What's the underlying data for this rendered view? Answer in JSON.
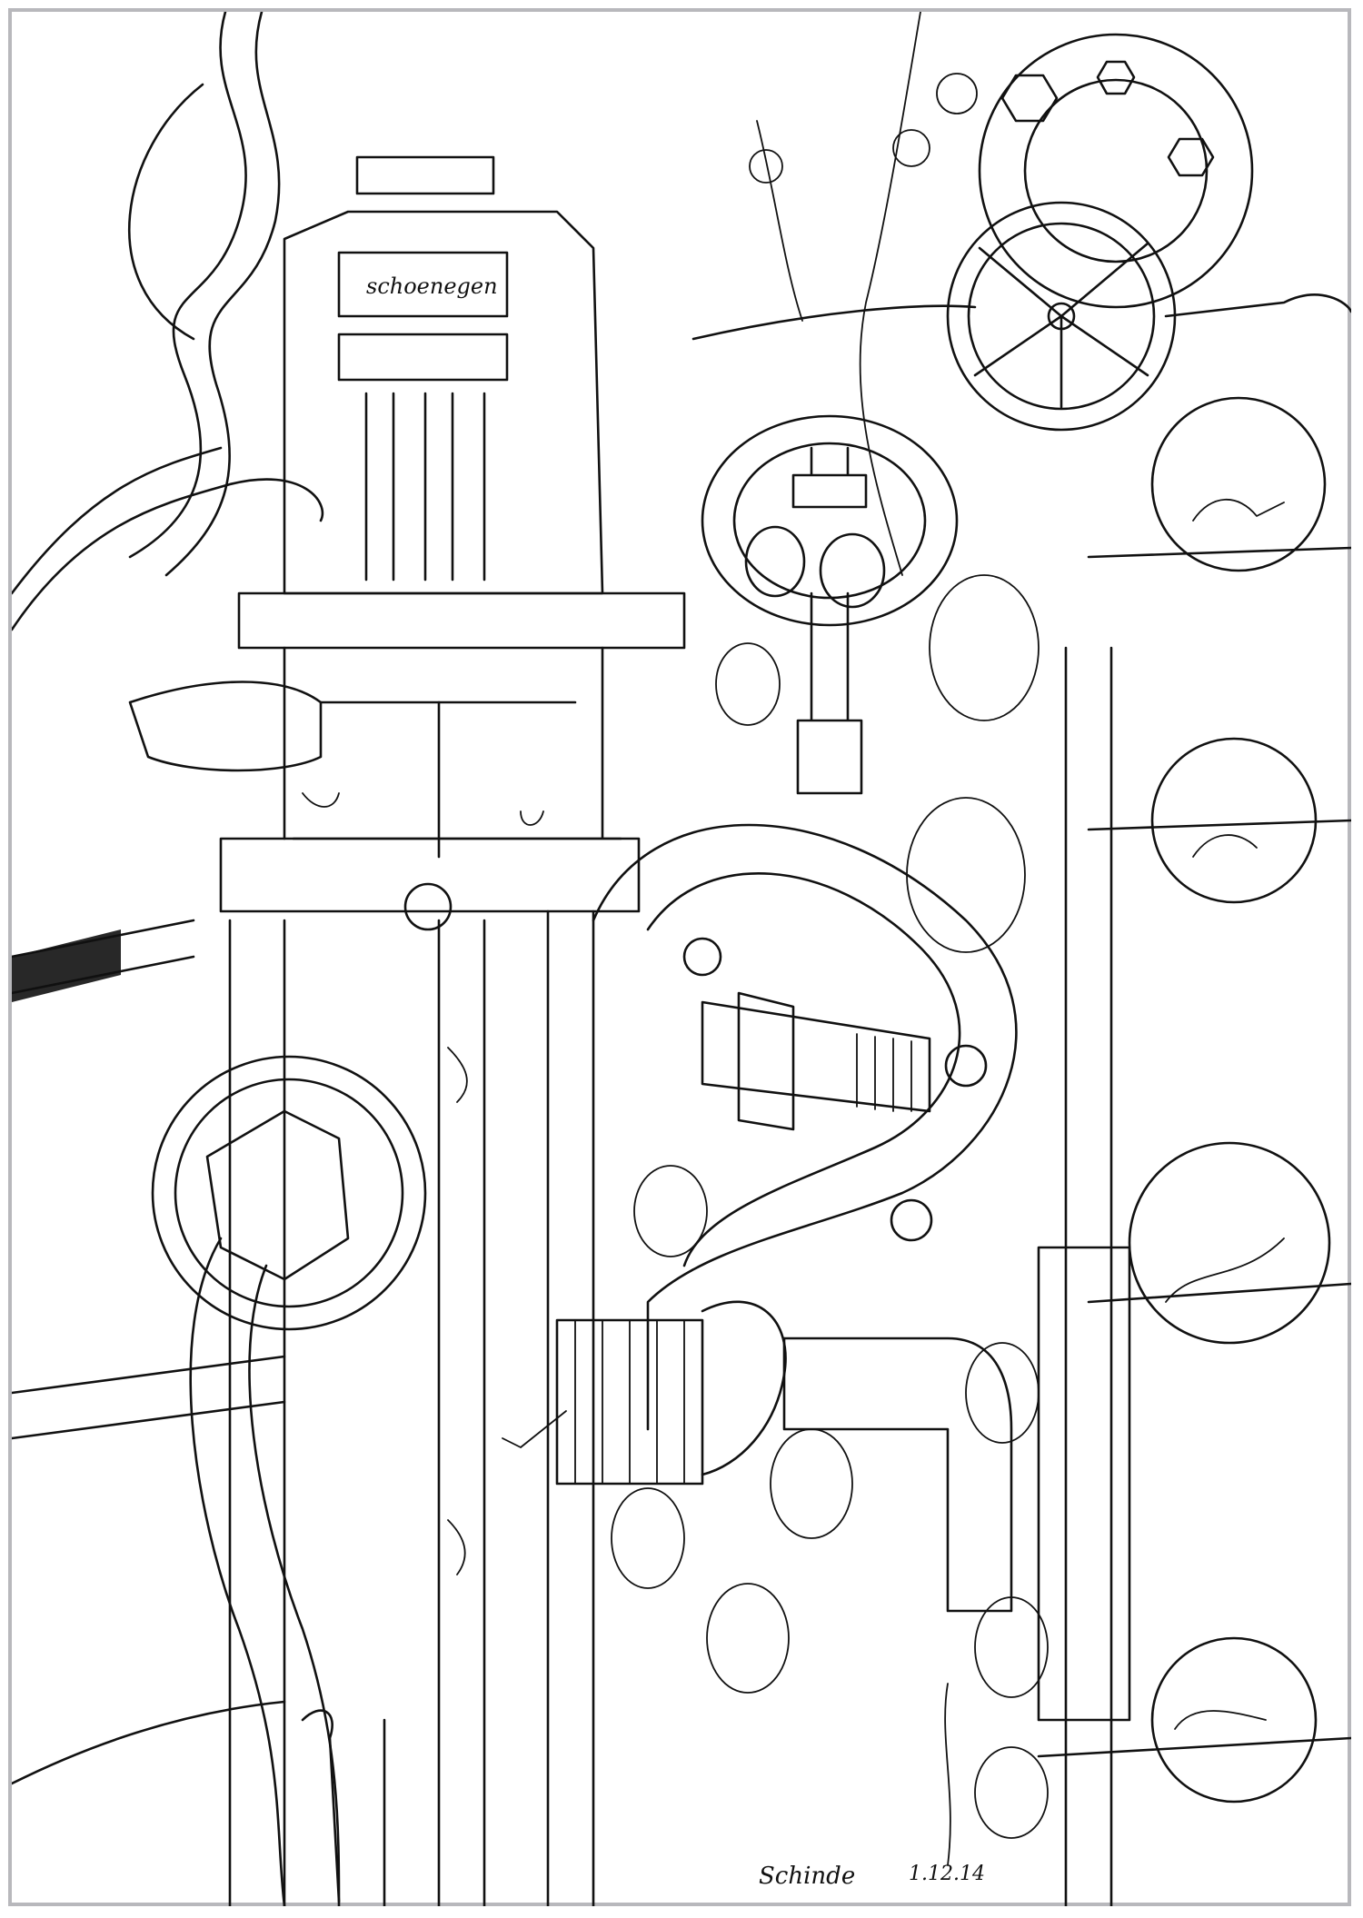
{
  "artwork": {
    "plate_label": "schoenegen",
    "signature": "Schinde",
    "date": "1.12.14"
  },
  "colors": {
    "background": "#ffffff",
    "ink": "#111111",
    "border": "#b8b8bc"
  }
}
